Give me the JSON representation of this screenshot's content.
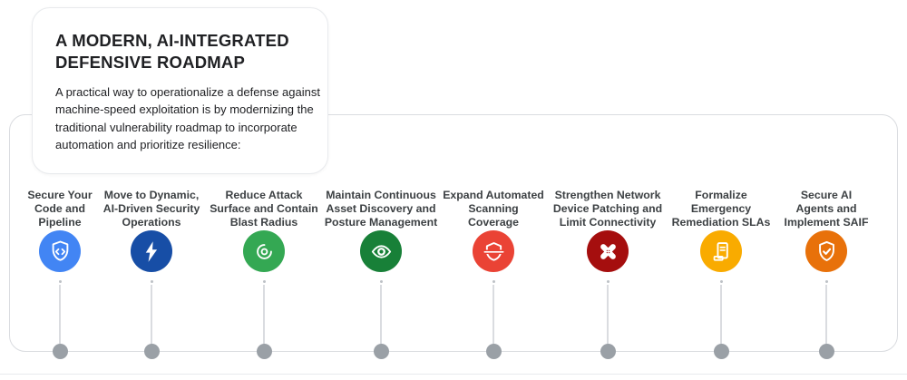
{
  "header": {
    "title": "A MODERN, AI-INTEGRATED DEFENSIVE ROADMAP",
    "subtitle": "A practical way to operationalize a defense against machine-speed exploitation is by modernizing the traditional vulnerability roadmap to incorporate automation and prioritize resilience:"
  },
  "colors": {
    "container_border": "#DADCE0",
    "card_border": "#E8EAED",
    "connector_line": "#DADCE0",
    "timeline_dot": "#9AA0A6",
    "title_text": "#202124",
    "step_text": "#3C4043"
  },
  "steps": [
    {
      "label": "Secure Your\nCode and\nPipeline",
      "icon": "shield-code-icon",
      "color": "#4285F4"
    },
    {
      "label": "Move to Dynamic,\nAI-Driven Security\nOperations",
      "icon": "lightning-bolt-icon",
      "color": "#174EA6"
    },
    {
      "label": "Reduce Attack\nSurface and Contain\nBlast Radius",
      "icon": "target-spiral-icon",
      "color": "#34A853"
    },
    {
      "label": "Maintain Continuous\nAsset Discovery and\nPosture Management",
      "icon": "eye-icon",
      "color": "#188038"
    },
    {
      "label": "Expand Automated\nScanning\nCoverage",
      "icon": "shield-scan-icon",
      "color": "#EA4335"
    },
    {
      "label": "Strengthen Network\nDevice Patching and\nLimit Connectivity",
      "icon": "crossed-bandage-icon",
      "color": "#A50E0E"
    },
    {
      "label": "Formalize\nEmergency\nRemediation SLAs",
      "icon": "document-sla-icon",
      "color": "#F9AB00"
    },
    {
      "label": "Secure AI\nAgents and\nImplement SAIF",
      "icon": "shield-check-icon",
      "color": "#E8710A"
    }
  ]
}
